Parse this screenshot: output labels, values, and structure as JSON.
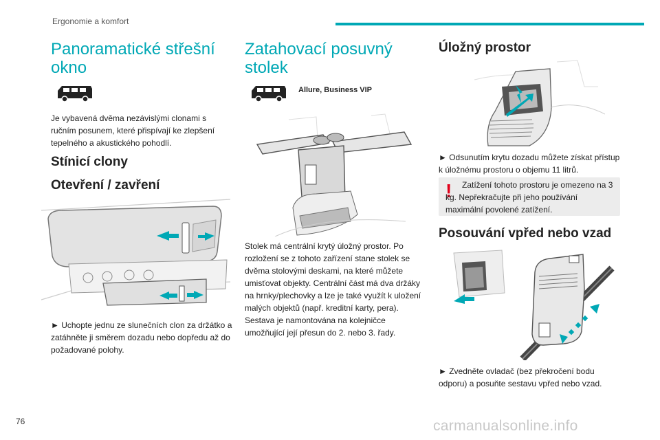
{
  "header": {
    "section": "Ergonomie a komfort"
  },
  "page_number": "76",
  "col1": {
    "title": "Panoramatické střešní okno",
    "intro": "Je vybavená dvěma nezávislými clonami s ručním posunem, které přispívají ke zlepšení tepelného a akustického pohodlí.",
    "h_blinds": "Stínicí clony",
    "h_open": "Otevření / zavření",
    "instruction": "► Uchopte jednu ze slunečních clon za držátko a zatáhněte ji směrem dozadu nebo dopředu až do požadované polohy."
  },
  "col2": {
    "title": "Zatahovací posuvný stolek",
    "versions": "Allure, Business VIP",
    "body": "Stolek má centrální krytý úložný prostor. Po rozložení se z tohoto zařízení stane stolek se dvěma stolovými deskami, na které můžete umisťovat objekty. Centrální část má dva držáky na hrnky/plechovky a lze je také využít k uložení malých objektů (např. kreditní karty, pera). Sestava je namontována na kolejničce umožňující její přesun do 2. nebo 3. řady."
  },
  "col3": {
    "h_storage": "Úložný prostor",
    "storage_text": "► Odsunutím krytu dozadu můžete získat přístup k úložnému prostoru o objemu 11 litrů.",
    "warning_symbol": "!",
    "warning": "Zatížení tohoto prostoru je omezeno na 3 kg. Nepřekračujte při jeho používání maximální povolené zatížení.",
    "h_move": "Posouvání vpřed nebo vzad",
    "move_text": "► Zvedněte ovladač (bez překročení bodu odporu) a posuňte sestavu vpřed nebo vzad."
  },
  "watermark": "carmanualsonline.info",
  "colors": {
    "accent": "#00a8b5",
    "warning": "#e2001a",
    "box": "#ececec"
  }
}
